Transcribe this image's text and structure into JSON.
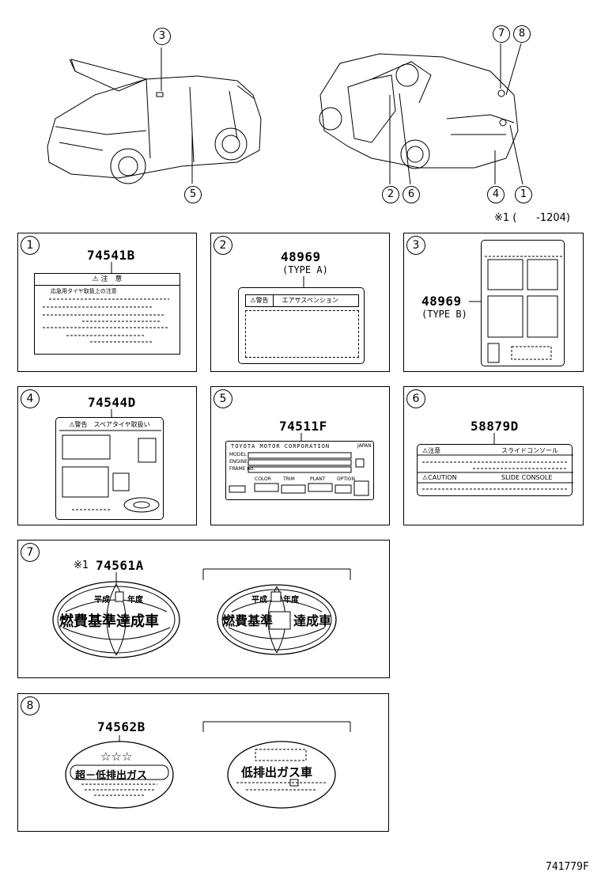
{
  "overview": {
    "callouts": [
      "3",
      "7",
      "8",
      "2",
      "6",
      "4",
      "1",
      "5"
    ]
  },
  "note": "※1 (      -1204)",
  "footer_code": "741779F",
  "panels": [
    {
      "num": "1",
      "part": "74541B",
      "caution_title": "注　意",
      "caution_line": "応急用タイヤ取扱上の注意"
    },
    {
      "num": "2",
      "part": "48969",
      "sub": "(TYPE A)",
      "header_left": "警告",
      "header_right": "エアサスペンション"
    },
    {
      "num": "3",
      "part": "48969",
      "sub": "(TYPE B)"
    },
    {
      "num": "4",
      "part": "74544D",
      "header": "警告　スペアタイヤ取扱い"
    },
    {
      "num": "5",
      "part": "74511F",
      "maker": "TOYOTA MOTOR CORPORATION",
      "country": "JAPAN",
      "rows": [
        "MODEL",
        "ENGINE",
        "FRAME No."
      ],
      "bottom": [
        "COLOR",
        "TRIM",
        "PLANT",
        "OPTION"
      ]
    },
    {
      "num": "6",
      "part": "58879D",
      "jp_left": "注意",
      "jp_right": "スライドコンソール",
      "en_left": "CAUTION",
      "en_right": "SLIDE CONSOLE"
    },
    {
      "num": "7",
      "prefix": "※1",
      "part": "74561A",
      "line1": "平成",
      "line1b": "年度",
      "big": "燃費基準達成車",
      "big_a": "燃費基準",
      "big_b": "達成車"
    },
    {
      "num": "8",
      "part": "74562B",
      "stars": "☆☆☆",
      "big": "超－低排出ガス",
      "big2": "低排出ガス車"
    }
  ]
}
